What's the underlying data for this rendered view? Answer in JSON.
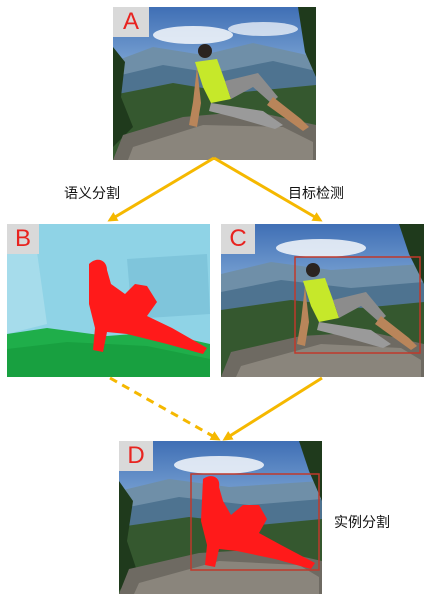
{
  "panels": {
    "a": {
      "badge": "A"
    },
    "b": {
      "badge": "B"
    },
    "c": {
      "badge": "C"
    },
    "d": {
      "badge": "D"
    }
  },
  "arrows": {
    "a_to_b": "语义分割",
    "a_to_c": "目标检测",
    "d_label": "实例分割"
  },
  "colors": {
    "arrow": "#f5b800",
    "badge_text": "#e8231f",
    "badge_bg": "#d9d9d9",
    "mask_person": "#ff1a1a",
    "mask_sky": "#8fd3e6",
    "mask_ground": "#1fae4a",
    "bbox": "#c0392b"
  }
}
